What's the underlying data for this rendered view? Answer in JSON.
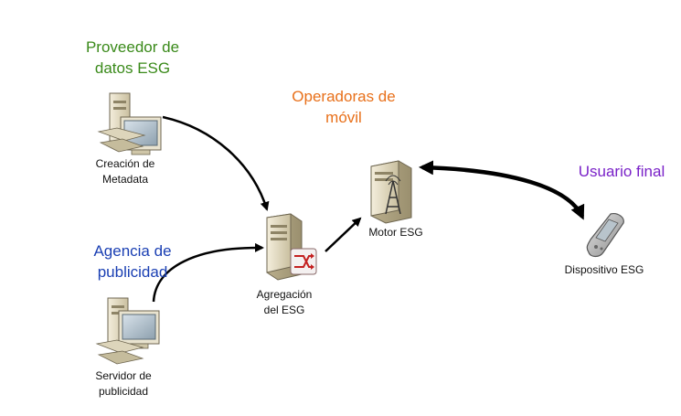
{
  "colors": {
    "provider": "#3a8a1a",
    "operators": "#e8701a",
    "agency": "#1a3fb3",
    "end_user": "#7a22c8",
    "arrow": "#000000"
  },
  "roles": {
    "provider": {
      "line1": "Proveedor de",
      "line2": "datos ESG"
    },
    "operators": {
      "line1": "Operadoras de",
      "line2": "móvil"
    },
    "agency": {
      "line1": "Agencia de",
      "line2": "publicidad"
    },
    "end_user": {
      "line1": "Usuario final"
    }
  },
  "nodes": {
    "metadata": {
      "line1": "Creación de",
      "line2": "Metadata",
      "icon": "desktop-computer-icon"
    },
    "aggregation": {
      "line1": "Agregación",
      "line2": "del ESG",
      "icon": "server-icon"
    },
    "engine": {
      "line1": "Motor ESG",
      "icon": "server-antenna-icon"
    },
    "ad_server": {
      "line1": "Servidor de",
      "line2": "publicidad",
      "icon": "desktop-computer-icon"
    },
    "device": {
      "line1": "Dispositivo ESG",
      "icon": "mobile-phone-icon"
    }
  }
}
